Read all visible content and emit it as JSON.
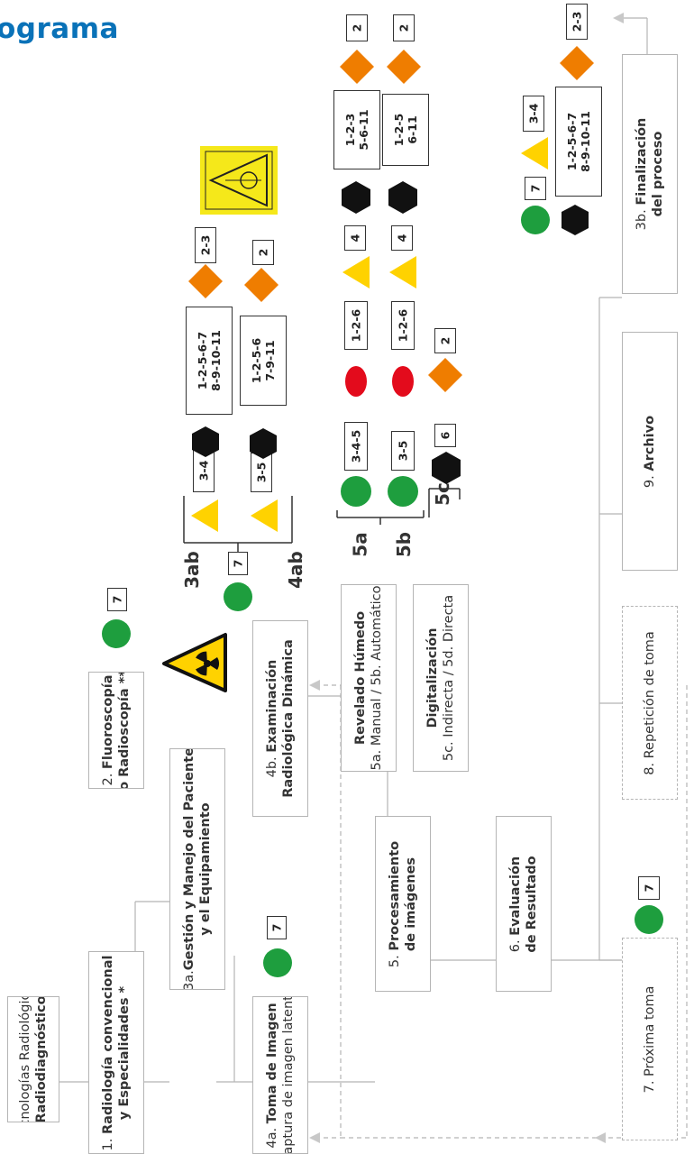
{
  "header": {
    "title": "ograma"
  },
  "boxes": {
    "tecnologias": {
      "line1": "Tecnologías Radiológicas",
      "line2": "Radiodiagnóstico"
    },
    "b1": {
      "prefix": "1.",
      "bold1": "Radiología convencional",
      "bold2": "y Especialidades *"
    },
    "b2": {
      "prefix": "2.",
      "bold1": "Fluoroscopía",
      "bold2": "o Radioscopía **"
    },
    "b3a": {
      "prefix": "3a.",
      "bold1": "Gestión y Manejo del Paciente",
      "bold2": "y el Equipamiento"
    },
    "b4a": {
      "prefix": "4a.",
      "bold1": "Toma de Imagen",
      "line2": "Captura de imagen latente"
    },
    "b4b": {
      "prefix": "4b.",
      "bold1": "Examinación",
      "bold2": "Radiológica Dinámica"
    },
    "revelado": {
      "bold1": "Revelado Húmedo",
      "line2": "5a. Manual / 5b. Automático"
    },
    "digital": {
      "bold1": "Digitalización",
      "line2": "5c. Indirecta / 5d. Directa"
    },
    "b5": {
      "prefix": "5.",
      "bold1": "Procesamiento",
      "bold2": "de imágenes"
    },
    "b6": {
      "prefix": "6.",
      "bold1": "Evaluación",
      "bold2": "de Resultado"
    },
    "b7": {
      "line1": "7. Próxima toma"
    },
    "b8": {
      "line1": "8. Repetición de toma"
    },
    "b9": {
      "prefix": "9.",
      "bold1": "Archivo"
    },
    "b3b": {
      "prefix": "3b.",
      "bold1": "Finalización",
      "bold2": "del proceso"
    }
  },
  "groups": {
    "g3ab": "3ab",
    "g4ab": "4ab",
    "g5a": "5a",
    "g5b": "5b",
    "g5c": "5c"
  },
  "codes": {
    "c2_7": "7",
    "c4a_7": "7",
    "c3ab_7": "7",
    "c7_7": "7",
    "c3b_7": "7",
    "c3ab_tri": "3-4",
    "c4ab_tri": "3-5",
    "c3ab_hex1": "1-2-5-6-7",
    "c3ab_hex2": "8-9-10-11",
    "c4ab_hex1": "1-2-5-6",
    "c4ab_hex2": "7-9-11",
    "c3ab_dia": "2-3",
    "c4ab_dia": "2",
    "c5a_green": "3-4-5",
    "c5b_green": "3-5",
    "c5c_hex": "6",
    "c5a_red": "1-2-6",
    "c5b_red": "1-2-6",
    "c5c_dia": "2",
    "c5a_tri": "4",
    "c5b_tri": "4",
    "c5a_hex1": "1-2-3",
    "c5a_hex2": "5-6-11",
    "c5b_hex1": "1-2-5",
    "c5b_hex2": "6-11",
    "c5a_dia": "2",
    "c5b_dia": "2",
    "c3b_tri": "3-4",
    "c3b_hex1": "1-2-5-6-7",
    "c3b_hex2": "8-9-10-11",
    "c3b_dia": "2-3"
  },
  "colors": {
    "green": "#1e9e3e",
    "yellow": "#ffd200",
    "orange": "#ef7d00",
    "red": "#e30b1c",
    "black": "#111111",
    "title_blue": "#0a72b8"
  },
  "icons": [
    "radiation-warning-icon",
    "radiation-sign-icon"
  ]
}
